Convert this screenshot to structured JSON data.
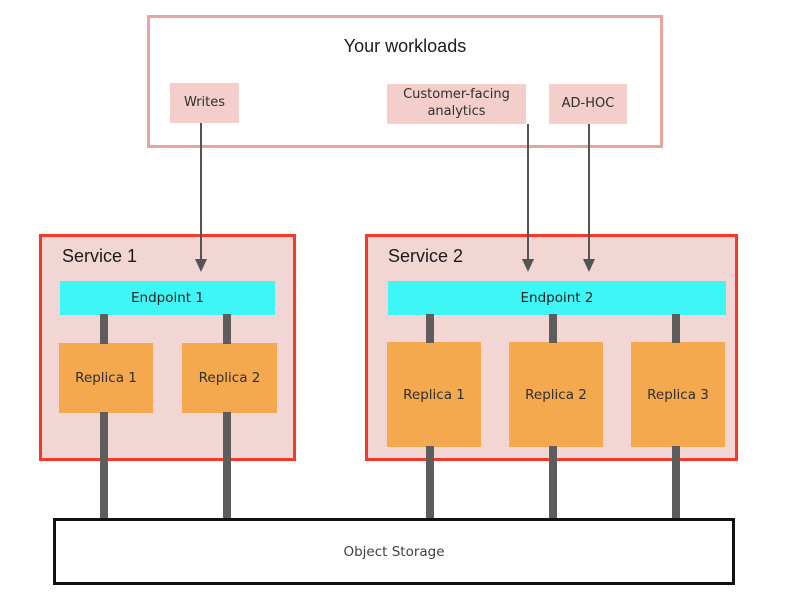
{
  "workloads": {
    "title": "Your workloads",
    "items": [
      {
        "label": "Writes"
      },
      {
        "label": "Customer-facing analytics"
      },
      {
        "label": "AD-HOC"
      }
    ]
  },
  "services": [
    {
      "title": "Service 1",
      "endpoint": "Endpoint 1",
      "replicas": [
        "Replica 1",
        "Replica 2"
      ]
    },
    {
      "title": "Service 2",
      "endpoint": "Endpoint 2",
      "replicas": [
        "Replica 1",
        "Replica 2",
        "Replica 3"
      ]
    }
  ],
  "storage": {
    "label": "Object Storage"
  },
  "colors": {
    "workloads_border": "#e9a3a0",
    "workload_box_fill": "#f3cecb",
    "service_border": "#f4392b",
    "service_fill": "#f1d6d4",
    "endpoint_fill": "#3ff6f6",
    "replica_fill": "#f4a94e",
    "connector_gray": "#5d5d5d",
    "arrow_gray": "#545454",
    "storage_border": "#111111"
  }
}
